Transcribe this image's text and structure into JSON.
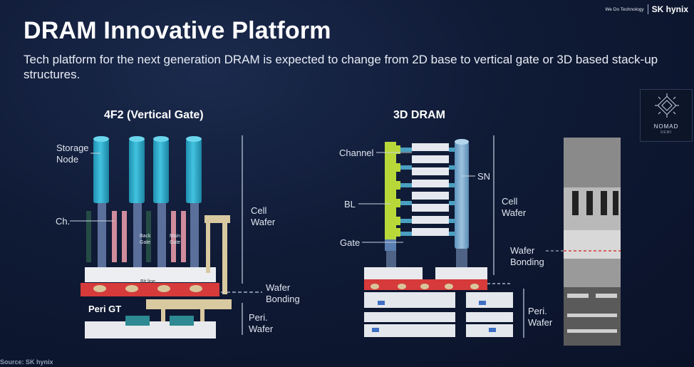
{
  "slide": {
    "title": "DRAM Innovative Platform",
    "subtitle": "Tech platform for the next generation DRAM is expected to change from 2D base to vertical gate or 3D based stack-up structures.",
    "source": "Source: SK hynix"
  },
  "logo": {
    "tagline": "We Do Technology",
    "brand": "SK hynix"
  },
  "watermark": {
    "name": "NOMAD",
    "sub": "SEMI"
  },
  "left_diagram": {
    "heading": "4F2 (Vertical Gate)",
    "labels": {
      "storage_node": "Storage\nNode",
      "channel": "Ch.",
      "back_gate": "Back\nGate",
      "main_gate": "Main\nGate",
      "bit_line": "Bit line",
      "peri_gt": "Peri GT",
      "cell_wafer": "Cell\nWafer",
      "wafer_bonding": "Wafer\nBonding",
      "peri_wafer": "Peri.\nWafer"
    }
  },
  "right_diagram": {
    "heading": "3D DRAM",
    "labels": {
      "channel": "Channel",
      "bl": "BL",
      "gate": "Gate",
      "sn": "SN",
      "cell_wafer": "Cell\nWafer",
      "wafer_bonding": "Wafer\nBonding",
      "peri_wafer": "Peri.\nWafer"
    }
  },
  "colors": {
    "pillar": "#2fb3d0",
    "storage_blue": "#6fa8cf",
    "bl_green": "#b8d83a",
    "bond_red": "#d63a3a",
    "background": "#0f1a35"
  }
}
